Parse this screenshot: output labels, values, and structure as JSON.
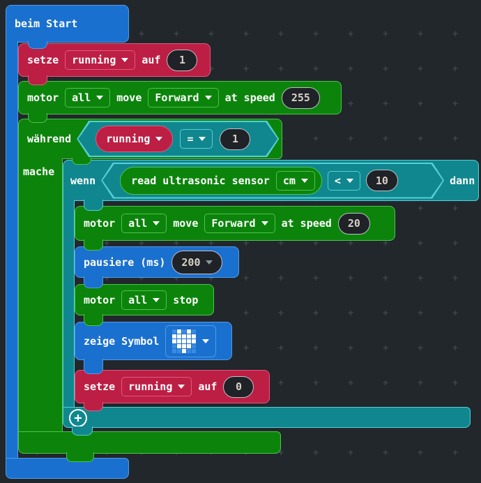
{
  "colors": {
    "background": "#22272c",
    "grid_cross": "#3d444c",
    "block_blue": "#1a70cf",
    "block_green": "#0c840c",
    "block_teal": "#10878e",
    "block_red": "#bd1e44",
    "value_pill_bg": "#1f2227",
    "value_pill_text": "#d8d0c6",
    "led_lit": "#ffffff",
    "led_dim": "#3a8ae0"
  },
  "blocks": {
    "on_start": {
      "label": "beim Start"
    },
    "set_running_start": {
      "set": "setze",
      "variable": "running",
      "to": "auf",
      "value": "1"
    },
    "motor_forward_fast": {
      "motor": "motor",
      "port": "all",
      "move": "move",
      "direction": "Forward",
      "at_speed": "at speed",
      "speed": "255"
    },
    "while_loop": {
      "while": "während",
      "do": "mache",
      "condition": {
        "variable": "running",
        "operator": "=",
        "value": "1"
      }
    },
    "if_block": {
      "if": "wenn",
      "then": "dann",
      "condition": {
        "sensor": "read ultrasonic sensor",
        "unit": "cm",
        "operator": "<",
        "value": "10"
      }
    },
    "motor_forward_slow": {
      "motor": "motor",
      "port": "all",
      "move": "move",
      "direction": "Forward",
      "at_speed": "at speed",
      "speed": "20"
    },
    "pause": {
      "label": "pausiere (ms)",
      "value": "200"
    },
    "motor_stop": {
      "motor": "motor",
      "port": "all",
      "stop": "stop"
    },
    "show_icon": {
      "label": "zeige Symbol",
      "icon": "heart-icon",
      "grid": [
        [
          0,
          1,
          0,
          1,
          0
        ],
        [
          1,
          1,
          1,
          1,
          1
        ],
        [
          1,
          1,
          1,
          1,
          1
        ],
        [
          0,
          1,
          1,
          1,
          0
        ],
        [
          0,
          0,
          1,
          0,
          0
        ]
      ]
    },
    "set_running_end": {
      "set": "setze",
      "variable": "running",
      "to": "auf",
      "value": "0"
    },
    "expand": {
      "plus": "+"
    }
  }
}
